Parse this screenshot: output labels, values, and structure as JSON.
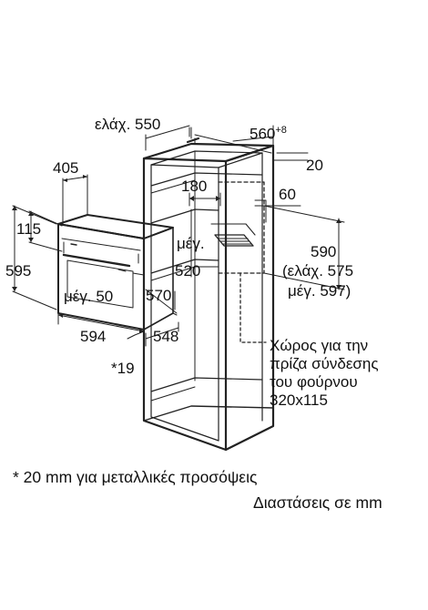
{
  "diagram": {
    "dimensions": {
      "min_depth_550": "ελάχ. 550",
      "depth_560_base": "560",
      "depth_560_tol": "+8",
      "gap_20": "20",
      "oven_405": "405",
      "vent_180": "180",
      "rear_60": "60",
      "height_115": "115",
      "max_50": "μέγ. 50",
      "max_520_line1": "μέγ.",
      "max_520_line2": "520",
      "height_595": "595",
      "depth_570": "570",
      "width_594": "594",
      "depth_548": "548",
      "star_19": "*19",
      "height_590": "590",
      "min_575": "(ελάχ. 575",
      "max_597": "μέγ. 597)"
    },
    "socket_area": {
      "line1": "Χώρος για την",
      "line2": "πρίζα σύνδεσης",
      "line3": "του φούρνου",
      "line4": "320x115"
    },
    "footnote": "* 20 mm για μεταλλικές προσόψεις",
    "units_note": "Διαστάσεις σε mm"
  }
}
